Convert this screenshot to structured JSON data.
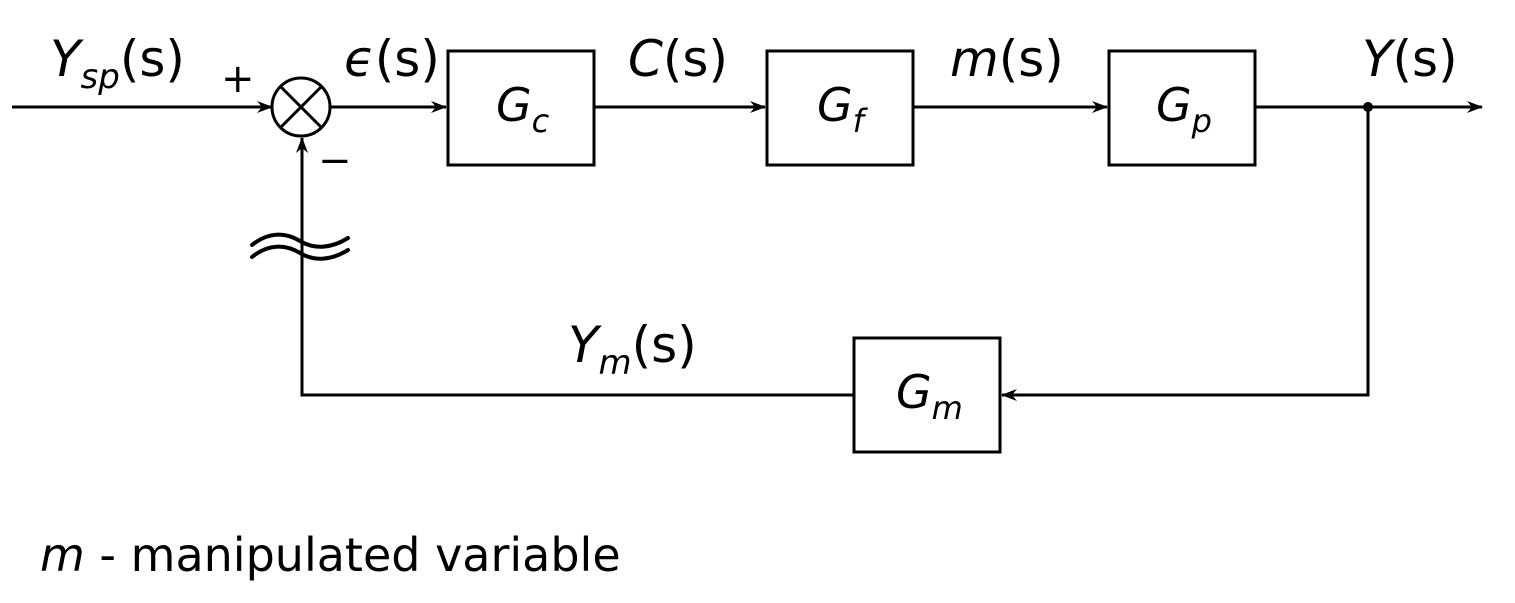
{
  "signals": {
    "setpoint": {
      "main": "Y",
      "sub": "sp",
      "arg": "(s)"
    },
    "error": {
      "main": "ϵ",
      "arg": "(s)"
    },
    "controller_out": {
      "main": "C",
      "arg": "(s)"
    },
    "manipulated": {
      "main": "m",
      "arg": "(s)"
    },
    "output": {
      "main": "Y",
      "arg": "(s)"
    },
    "measured": {
      "main": "Y",
      "sub": "m",
      "arg": "(s)"
    }
  },
  "blocks": {
    "controller": {
      "main": "G",
      "sub": "c"
    },
    "final_element": {
      "main": "G",
      "sub": "f"
    },
    "process": {
      "main": "G",
      "sub": "p"
    },
    "measurement": {
      "main": "G",
      "sub": "m"
    }
  },
  "summing_junction": {
    "plus": "+",
    "minus": "−"
  },
  "note": {
    "symbol": "m",
    "text": " - manipulated variable"
  }
}
